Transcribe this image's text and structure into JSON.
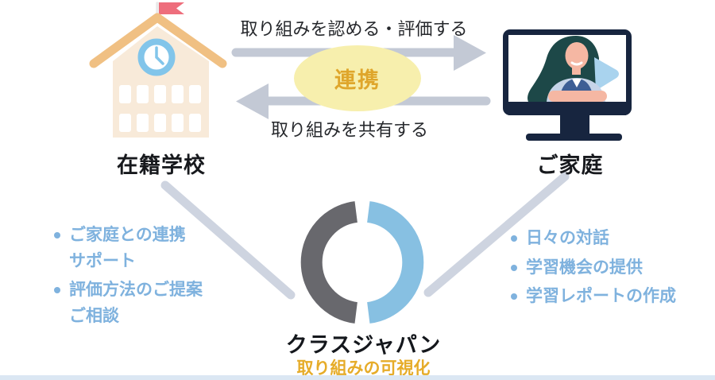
{
  "diagram": {
    "school": {
      "label": "在籍学校",
      "icon": "school-building-icon"
    },
    "home": {
      "label": "ご家庭",
      "icon": "monitor-person-icon"
    },
    "center": {
      "label": "クラスジャパン",
      "sublabel": "取り組みの可視化",
      "icon": "classjapan-ring-logo-icon"
    },
    "top_arrow": {
      "caption": "取り組みを認める・評価する",
      "direction": "school-to-home"
    },
    "bottom_arrow": {
      "caption": "取り組みを共有する",
      "direction": "home-to-school"
    },
    "link_badge": {
      "label": "連携"
    },
    "school_services": {
      "items": [
        "ご家庭との連携\nサポート",
        "評価方法のご提案\nご相談"
      ]
    },
    "home_services": {
      "items": [
        "日々の対話",
        "学習機会の提供",
        "学習レポートの作成"
      ]
    }
  },
  "colors": {
    "arrow_gray": "#c3c9d5",
    "connector_gray": "#ced4e0",
    "badge_fill": "#f7efad",
    "badge_text": "#dfa62b",
    "bullet_blue": "#7fb2de",
    "logo_gray": "#68686d",
    "logo_blue": "#87c0e2",
    "sublabel_gold": "#e6ac29",
    "school_roof": "#f0c083",
    "school_wall": "#f8ead9",
    "school_clock": "#82c5ea",
    "school_flag": "#ee6e7c",
    "monitor_navy": "#17253f",
    "bottom_strip": "#dbe7f3"
  }
}
